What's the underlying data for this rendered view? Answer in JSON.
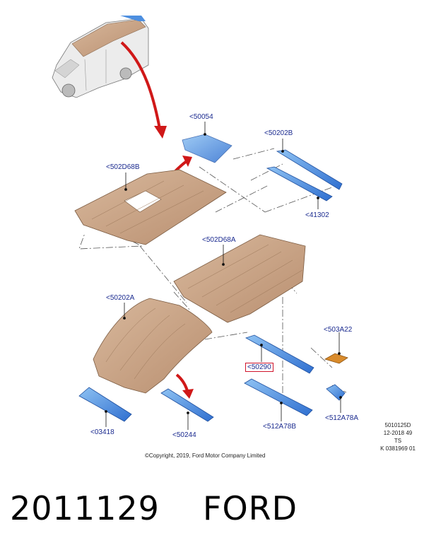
{
  "callouts": [
    {
      "id": "50054",
      "text": "<50054"
    },
    {
      "id": "50202B",
      "text": "<50202B"
    },
    {
      "id": "502D68B",
      "text": "<502D68B"
    },
    {
      "id": "41302",
      "text": "<41302"
    },
    {
      "id": "502D68A",
      "text": "<502D68A"
    },
    {
      "id": "50202A",
      "text": "<50202A"
    },
    {
      "id": "503A22",
      "text": "<503A22"
    },
    {
      "id": "50290",
      "text": "<50290"
    },
    {
      "id": "03418",
      "text": "<03418"
    },
    {
      "id": "50244",
      "text": "<50244"
    },
    {
      "id": "512A78B",
      "text": "<512A78B"
    },
    {
      "id": "512A78A",
      "text": "<512A78A"
    }
  ],
  "reference": {
    "code": "5010125D",
    "date": "12-2018 49",
    "initials": "TS",
    "sheet": "K 0381969 01"
  },
  "copyright": "©Copyright, 2019, Ford Motor Company Limited",
  "part_number": "2011129",
  "brand": "FORD",
  "colors": {
    "label_text": "#1a2a8f",
    "highlight_box": "#d0142b",
    "roof_panel": "#c9a58a",
    "blue_parts": "#3f7fd6",
    "arrow_red": "#d01818",
    "bracket_orange": "#d98b2b"
  }
}
